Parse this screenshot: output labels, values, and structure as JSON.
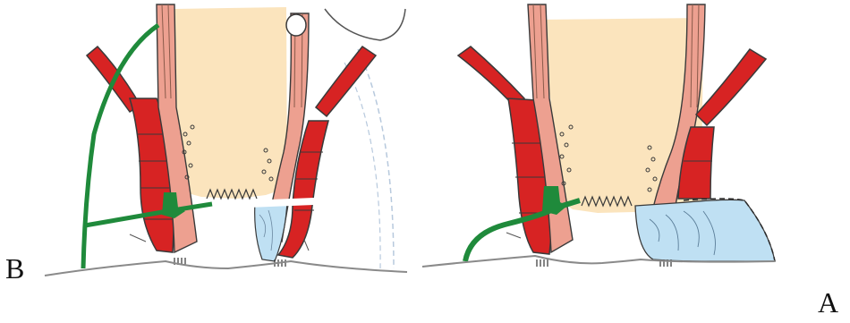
{
  "panels": [
    {
      "id": "B",
      "label": "B"
    },
    {
      "id": "A",
      "label": "A"
    }
  ],
  "colors": {
    "rectal_lumen": "#fbe4bd",
    "external_sphincter": "#d72323",
    "internal_sphincter": "#eda090",
    "fistula_seton": "#1f8a3b",
    "drained_space": "#bfe0f3",
    "outline": "#3a3a3a",
    "skin_line": "#8a8a8a"
  },
  "icons": [
    "anal-canal-cross-section-diagram"
  ]
}
